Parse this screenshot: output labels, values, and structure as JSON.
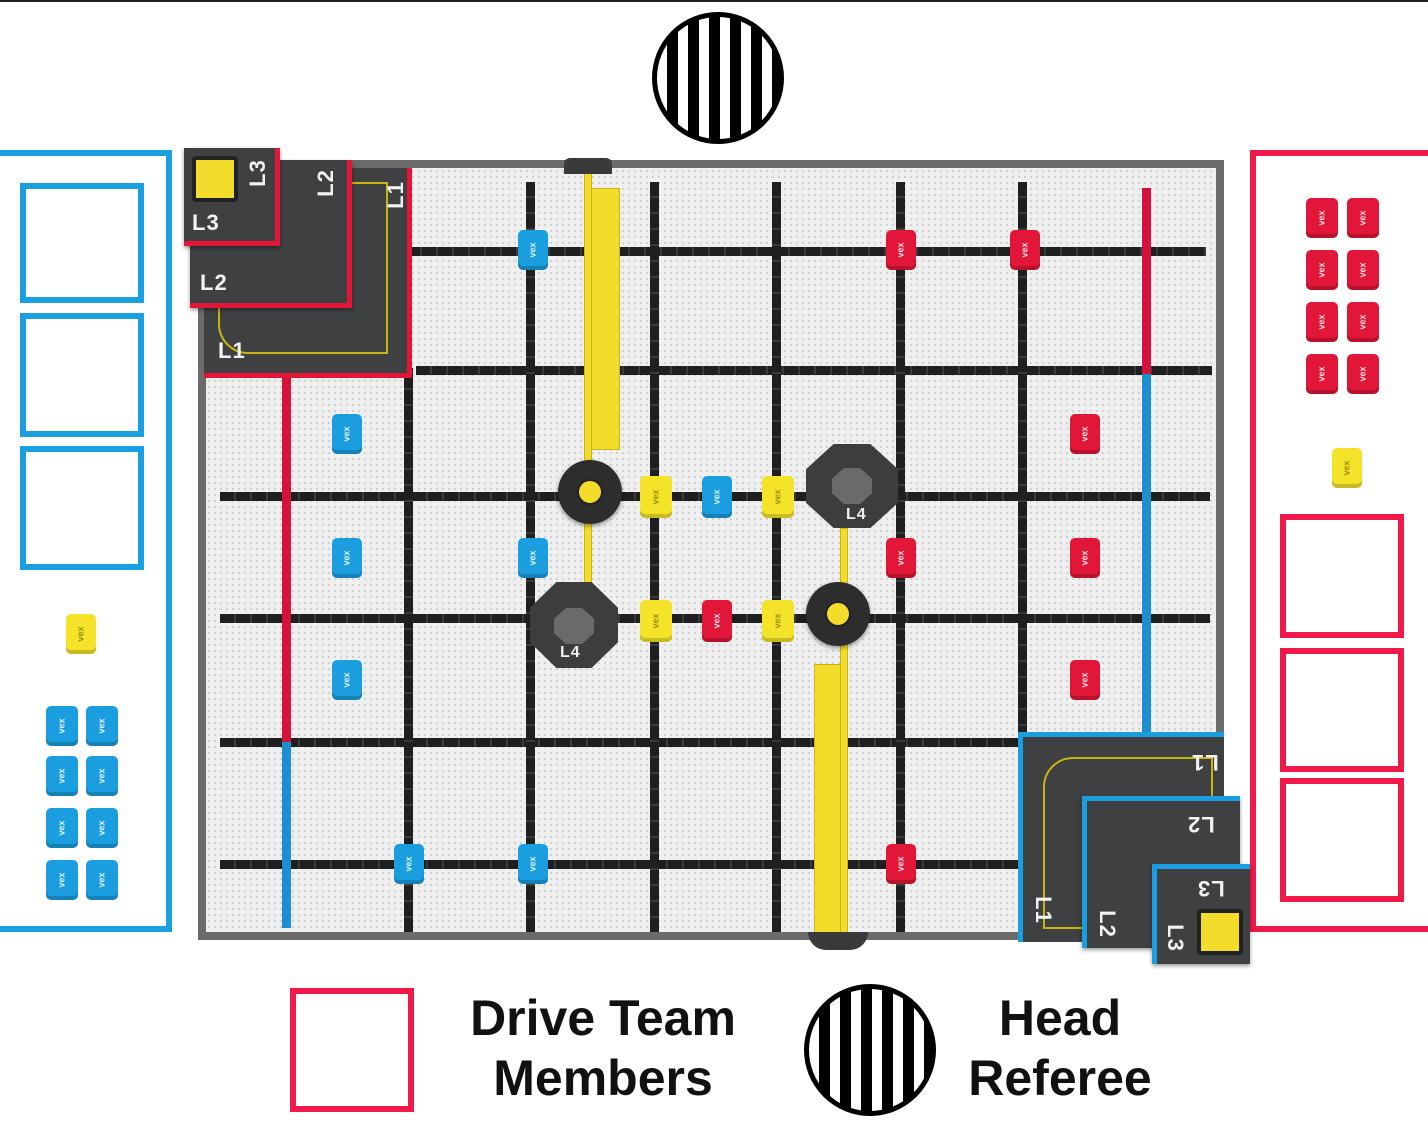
{
  "field": {
    "platform_labels": {
      "l1": "L1",
      "l2": "L2",
      "l3": "L3",
      "l4": "L4"
    }
  },
  "legend": {
    "drive_team_line1": "Drive Team",
    "drive_team_line2": "Members",
    "referee_line1": "Head",
    "referee_line2": "Referee"
  },
  "colors": {
    "blue_alliance": "#1aa0e0",
    "red_alliance": "#f0194a",
    "neutral": "#f4e329"
  }
}
